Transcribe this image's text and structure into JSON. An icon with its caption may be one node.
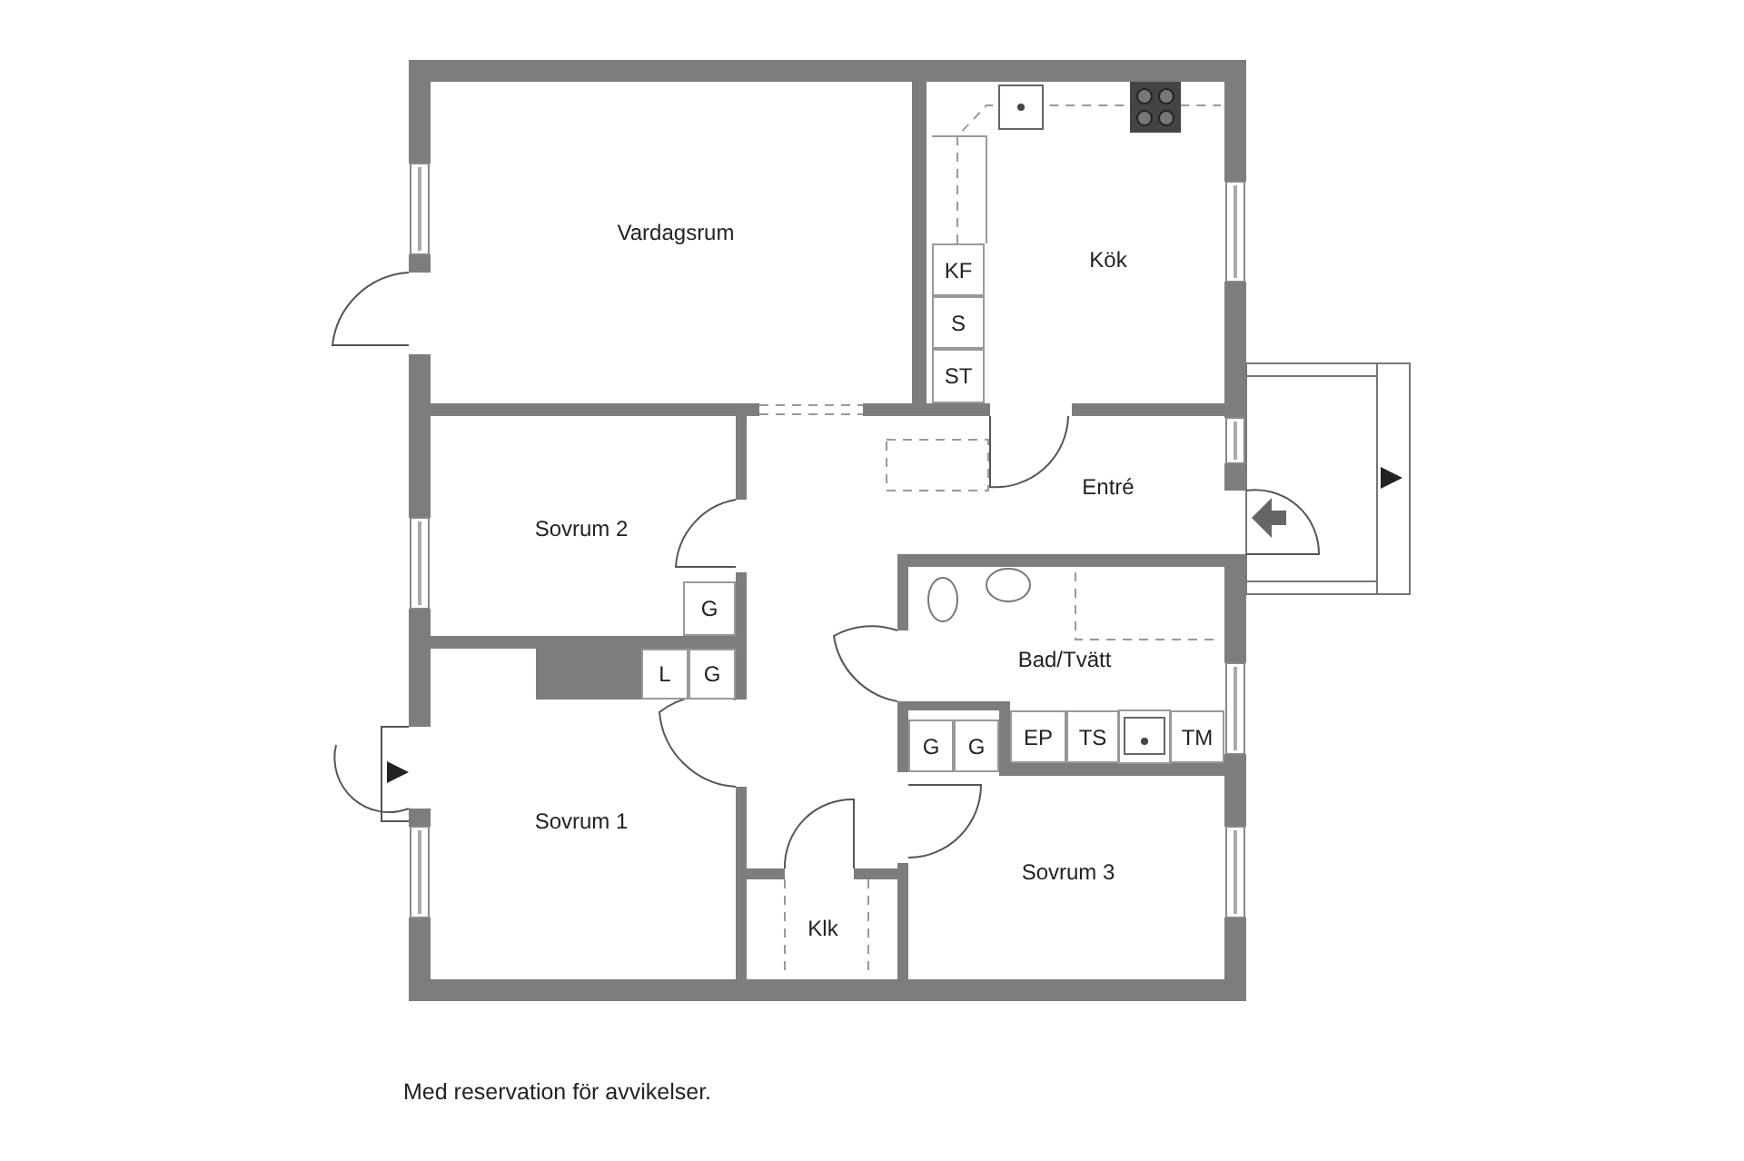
{
  "diagram": {
    "caption": "Med reservation för avvikelser.",
    "nodes": [
      {
        "text": [
          "Vardagsrum"
        ]
      },
      {
        "text": [
          "Kök"
        ]
      },
      {
        "text": [
          "KF"
        ],
        "in": 1
      },
      {
        "text": [
          "S"
        ],
        "in": 1
      },
      {
        "text": [
          "ST"
        ],
        "in": 1
      },
      {
        "text": [
          "Entré"
        ]
      },
      {
        "text": [
          "Sovrum 2"
        ]
      },
      {
        "text": [
          "G"
        ],
        "in": 6
      },
      {
        "text": [
          "Sovrum 1"
        ]
      },
      {
        "text": [
          "L"
        ],
        "in": 8
      },
      {
        "text": [
          "G"
        ],
        "in": 8
      },
      {
        "text": [
          "Bad/Tvätt"
        ]
      },
      {
        "text": [
          "G"
        ]
      },
      {
        "text": [
          "G"
        ]
      },
      {
        "text": [
          "EP"
        ],
        "in": 11
      },
      {
        "text": [
          "TS"
        ],
        "in": 11
      },
      {
        "text": [
          "TM"
        ],
        "in": 11
      },
      {
        "text": [
          "Sovrum 3"
        ]
      },
      {
        "text": [
          "Klk"
        ]
      }
    ]
  }
}
